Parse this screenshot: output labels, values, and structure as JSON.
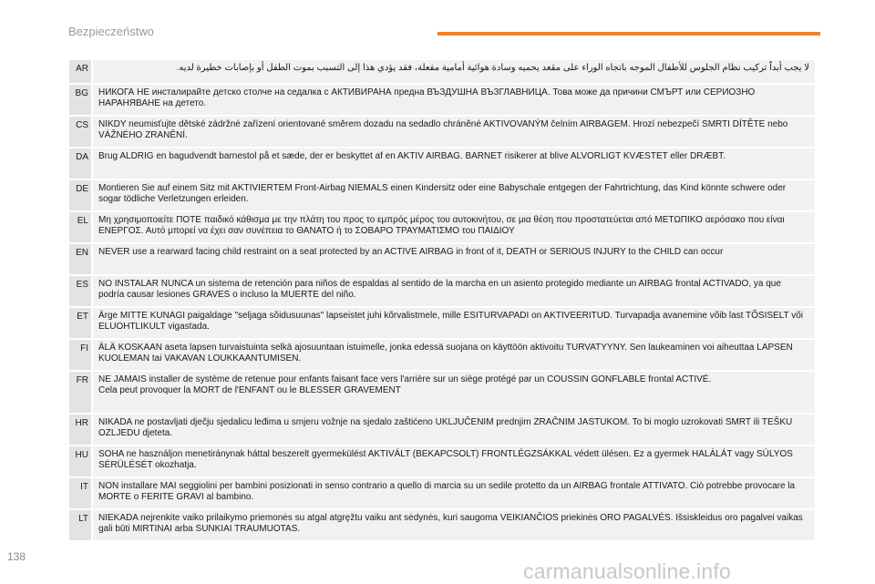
{
  "header": {
    "section_title": "Bezpieczeństwo"
  },
  "warnings": [
    {
      "code": "AR",
      "text": "لا يجب أبداً تركيب نظام الجلوس للأطفال الموجه باتجاه الوراء على مقعد يحميه وسادة هوائية أمامية مفعلة، فقد يؤدي هذا إلى التسبب بموت الطفل أو بإصابات خطيرة لديه."
    },
    {
      "code": "BG",
      "text": "НИКОГА НЕ инсталирайте детско столче на седалка с АКТИВИРАНА предна ВЪЗДУШНА ВЪЗГЛАВНИЦА. Това може да причини СМЪРТ или СЕРИОЗНО НАРАНЯВАНЕ на детето."
    },
    {
      "code": "CS",
      "text": "NIKDY neumisťujte dětské zádržné zařízení orientované směrem dozadu na sedadlo chráněné AKTIVOVANÝM čelním AIRBAGEM. Hrozí nebezpečí SMRTI DÍTĚTE nebo VÁŽNÉHO ZRANĚNÍ."
    },
    {
      "code": "DA",
      "text": "Brug ALDRIG en bagudvendt barnestol på et sæde, der er beskyttet af en AKTIV AIRBAG. BARNET risikerer at blive ALVORLIGT KVÆSTET eller DRÆBT."
    },
    {
      "code": "DE",
      "text": "Montieren Sie auf einem Sitz mit AKTIVIERTEM Front-Airbag NIEMALS einen Kindersitz oder eine Babyschale entgegen der Fahrtrichtung, das Kind könnte schwere oder sogar tödliche Verletzungen erleiden."
    },
    {
      "code": "EL",
      "text": "Μη χρησιμοποιείτε ΠΟΤΕ παιδικό κάθισμα με την πλάτη του προς το εμπρός μέρος του αυτοκινήτου, σε μια θέση που προστατεύεται από ΜΕΤΩΠΙΚΟ αερόσακο που είναι ΕΝΕΡΓΟΣ. Αυτό μπορεί να έχει σαν συνέπεια το ΘΑΝΑΤΟ ή το ΣΟΒΑΡΟ ΤΡΑΥΜΑΤΙΣΜΟ του ΠΑΙΔΙΟΥ"
    },
    {
      "code": "EN",
      "text": "NEVER use a rearward facing child restraint on a seat protected by an ACTIVE AIRBAG in front of it, DEATH or SERIOUS INJURY to the CHILD can occur"
    },
    {
      "code": "ES",
      "text": "NO INSTALAR NUNCA un sistema de retención para niños de espaldas al sentido de la marcha en un asiento protegido mediante un AIRBAG frontal ACTIVADO, ya que podría causar lesiones GRAVES o incluso la MUERTE del niño."
    },
    {
      "code": "ET",
      "text": "Ärge MITTE KUNAGI paigaldage \"seljaga sõidusuunas\" lapseistet juhi kõrvalistmele, mille ESITURVAPADI on AKTIVEERITUD. Turvapadja avanemine võib last TÕSISELT või ELUOHTLIKULT vigastada."
    },
    {
      "code": "FI",
      "text": "ÄLÄ KOSKAAN aseta lapsen turvaistuinta selkä ajosuuntaan istuimelle, jonka edessä suojana on käyttöön aktivoitu TURVATYYNY. Sen laukeaminen voi aiheuttaa LAPSEN KUOLEMAN tai VAKAVAN LOUKKAANTUMISEN."
    },
    {
      "code": "FR",
      "text": "NE JAMAIS installer de système de retenue pour enfants faisant face vers l'arrière sur un siège protégé par un COUSSIN GONFLABLE frontal ACTIVÉ.\nCela peut provoquer la MORT de l'ENFANT ou le BLESSER GRAVEMENT"
    },
    {
      "code": "HR",
      "text": "NIKADA ne postavljati dječju sjedalicu leđima u smjeru vožnje na sjedalo zaštićeno UKLJUČENIM prednjim ZRAČNIM JASTUKOM. To bi moglo uzrokovati SMRT ili TEŠKU OZLJEDU djeteta."
    },
    {
      "code": "HU",
      "text": "SOHA ne használjon menetiránynak háttal beszerelt gyermekülést AKTIVÁLT (BEKAPCSOLT) FRONTLÉGZSÁKKAL védett ülésen. Ez a gyermek HALÁLÁT vagy SÚLYOS SÉRÜLÉSÉT okozhatja."
    },
    {
      "code": "IT",
      "text": "NON installare MAI seggiolini per bambini posizionati in senso contrario a quello di marcia su un sedile protetto da un AIRBAG frontale ATTIVATO. Ciò potrebbe provocare la MORTE o FERITE GRAVI al bambino."
    },
    {
      "code": "LT",
      "text": "NIEKADA nejrenkite vaiko prilaikymo priemonės su atgal atgręžtu vaiku ant sėdynės, kuri saugoma VEIKIANČIOS priekinės ORO PAGALVĖS. Išsiskleidus oro pagalvei vaikas gali būti MIRTINAI arba SUNKIAI TRAUMUOTAS."
    }
  ],
  "footer": {
    "page_number": "138",
    "watermark": "carmanualsonline.info"
  },
  "colors": {
    "accent": "#f0822c",
    "code_cell": "#e3e3e3",
    "text_cell": "#f1f1f1"
  }
}
